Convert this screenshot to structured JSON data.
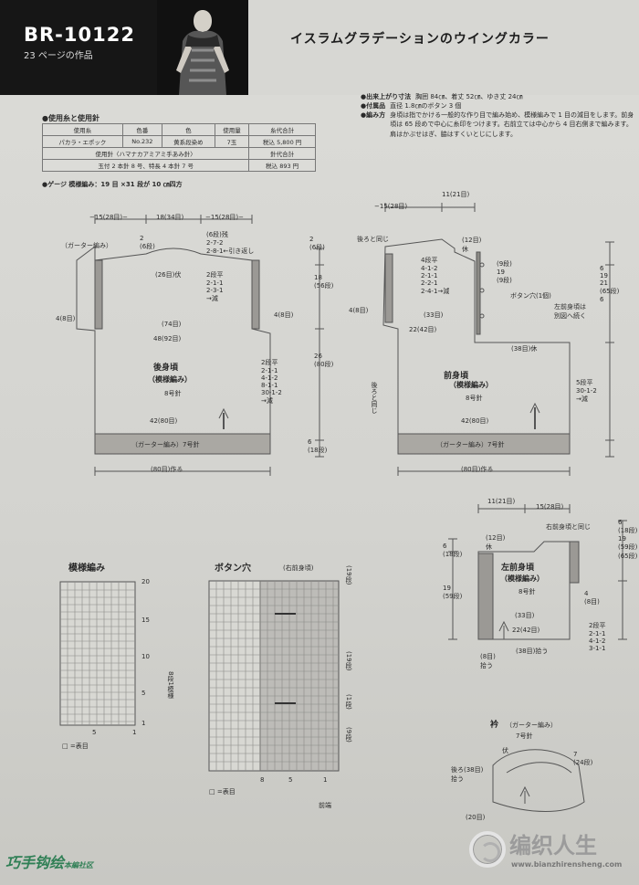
{
  "header": {
    "code": "BR-10122",
    "sub": "23 ページの作品",
    "title": "イスラムグラデーションのウイングカラー"
  },
  "materials": {
    "title": "●使用糸と使用針",
    "headers": [
      "使用糸",
      "色番",
      "色",
      "使用量",
      "糸代合計"
    ],
    "rows": [
      [
        "パカラ・エポック",
        "No.232",
        "黄系段染め",
        "7玉",
        "税込 5,800 円"
      ],
      [
        "使用針〈ハマナカアミアミ手あみ針〉",
        "",
        "",
        "",
        "針代合計"
      ],
      [
        "玉付 2 本針 8 号、特長 4 本針 7 号",
        "",
        "",
        "",
        "税込 893 円"
      ]
    ]
  },
  "gauge": {
    "title": "●ゲージ",
    "text": "模様編み：19 目 ×31 段が 10 ㎝四方"
  },
  "specs": {
    "size_label": "●出来上がり寸法",
    "size_value": "胸囲 84㎝、着丈 52㎝、ゆき丈 24㎝",
    "parts_label": "●付属品",
    "parts_value": "直径 1.8㎝のボタン 3 個",
    "method_label": "●編み方",
    "method_value": "身頃は指でかける一般的な作り目で編み始め、模様編みで 1 目の減目をします。前身頃は 65 段めで中心に糸印をつけます。右前立ては中心から 4 目右側まで編みます。肩はかぶせはぎ、脇はすくいとじにします。"
  },
  "back": {
    "name": "後身頃",
    "pattern": "（模様編み）",
    "needle": "8号針",
    "garter": "（ガーター編み）7号針",
    "side_garter": "（ガーター編み）",
    "top_w": "−15(28目)−",
    "neck_w": "18(34目)",
    "top_w2": "−15(28目)−",
    "neck_dec": "2\n(6段)",
    "neck_rows": "(6段)残\n2-7-2\n2-8-1←引き返し",
    "neck_center": "(26目)伏",
    "shoulder": "2段平\n2-1-1\n2-3-1\n→減",
    "armhole_w": "(74目)",
    "chest_w": "48(92目)",
    "side_left": "4(8目)",
    "side_right": "4(8目)",
    "side_dec": "2段平\n2-1-1\n4-1-2\n8-1-1\n30-1-2\n→減",
    "bottom_w": "42(80目)",
    "cast_on": "(80目)作る",
    "h1": "2\n(6段)",
    "h2": "18\n(56段)",
    "h3": "26\n(80段)",
    "h4": "6\n(18段)"
  },
  "front": {
    "name": "前身頃",
    "pattern": "（模様編み）",
    "needle": "8号針",
    "garter": "（ガーター編み）7号針",
    "side_garter": "（ガーター編み）",
    "top_w": "−15(28目)",
    "top_w2": "11(21目)",
    "back_same": "後ろと同じ",
    "back_same2": "後ろと同じ",
    "neck_bind": "(12目)\n休",
    "neck_rows": "4段平\n4-1-2\n2-1-1\n2-2-1\n2-4-1→減",
    "buttonhole": "ボタン穴(1個)",
    "buttonhole_rows": "(9段)\n19\n(9段)",
    "left_note": "左前身頃は\n別図へ続く",
    "armhole": "(33目)",
    "chest": "22(42目)",
    "center_w": "(38目)休",
    "side": "4(8目)",
    "side_dec": "5段平\n30-1-2\n→減",
    "right_h": "6\n19\n21\n(65段)\n6",
    "bottom_w": "42(80目)",
    "cast_on": "(80目)作る"
  },
  "left_front": {
    "name": "左前身頃",
    "pattern": "（模様編み）",
    "needle": "8号針",
    "side_garter": "（ガーター編み）",
    "top_w": "11(21目)",
    "top_w2": "15(28目)",
    "neck_bind": "(12目)\n休",
    "right_same": "右前身頃と同じ",
    "h_top": "6\n(18段)",
    "h_mid": "19\n(59段)",
    "armhole": "(33目)",
    "chest": "22(42目)",
    "side": "4\n(8目)",
    "pick": "(38目)拾う",
    "pick2": "(8目)\n拾う",
    "dec": "2段平\n2-1-1\n4-1-2\n3-1-1",
    "right_h": "6\n(18段)\n19\n(59段)\n(65段)"
  },
  "pattern_chart": {
    "title": "模様編み",
    "legend": "□ =表目",
    "rows": [
      "20",
      "15",
      "10",
      "5",
      "1"
    ],
    "cols": [
      "5",
      "1"
    ],
    "repeat": "8段1模様"
  },
  "button_chart": {
    "title": "ボタン穴",
    "subtitle": "(右前身頃)",
    "legend": "□ =表目",
    "cols": [
      "8",
      "5",
      "1"
    ],
    "front_edge": "前端",
    "rows": [
      "(19段)",
      "(19段)",
      "(1段)",
      "(9段)"
    ]
  },
  "collar": {
    "name": "衿",
    "pattern": "（ガーター編み）",
    "needle": "7号針",
    "bind": "伏",
    "back_pick": "後ろ(38目)\n拾う",
    "height": "7\n(24段)",
    "front_pick": "(20目)"
  },
  "watermark": {
    "left": "巧手钩绘",
    "left_small": "本編社区",
    "right_title": "编织人生",
    "right_url": "www.bianzhirensheng.com"
  }
}
